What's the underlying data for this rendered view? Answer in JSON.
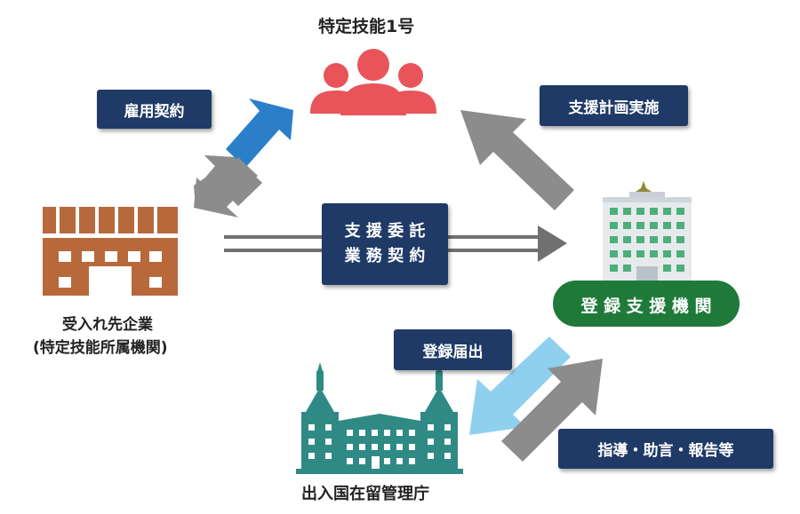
{
  "nodes": {
    "worker": "特定技能1号",
    "employer_line1": "受入れ先企業",
    "employer_line2": "(特定技能所属機関)",
    "support_org": "登 録 支 援 機 関",
    "immigration": "出入国在留管理庁"
  },
  "relations": {
    "employment": "雇用契約",
    "support_plan": "支援計画実施",
    "outsource_line1": "支 援 委 託",
    "outsource_line2": "業 務 契 約",
    "registration": "登録届出",
    "guidance": "指導・助言・報告等"
  },
  "colors": {
    "worker": "#e8545a",
    "employer": "#b8693c",
    "navy": "#1f3a66",
    "support_green": "#1f7a3a",
    "immigration_teal": "#2f8a86",
    "arrow_gray": "#8c8c8c",
    "arrow_blue": "#2a7fc8",
    "arrow_lightblue": "#8fd0ef"
  }
}
